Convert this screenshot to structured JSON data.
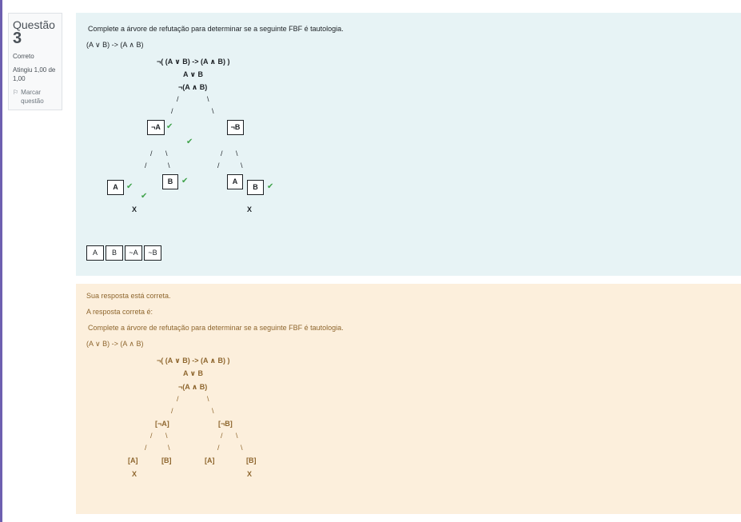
{
  "info": {
    "question_word": "Questão",
    "question_number": "3",
    "state": "Correto",
    "grade": "Atingiu 1,00 de 1,00",
    "flag_label": "Marcar questão"
  },
  "question": {
    "instruction": "Complete a árvore de refutação para determinar se a seguinte FBF é tautologia.",
    "formula": "(A ∨ B) -> (A ∧ B)",
    "tree": {
      "root": "¬( (A ∨ B) -> (A ∧ B) )",
      "line2": "A ∨ B",
      "line3": "¬(A ∧ B)",
      "slash": "/",
      "backslash": "\\",
      "boxes": [
        "¬A",
        "¬B",
        "A",
        "B",
        "A",
        "B"
      ],
      "close_marks": [
        "X",
        "X"
      ],
      "check": "✔"
    },
    "drag_items": [
      "A",
      "B",
      "~A",
      "~B"
    ]
  },
  "feedback": {
    "status": "Sua resposta está correta.",
    "correct_label": "A resposta correta é:",
    "instruction": "Complete a árvore de refutação para determinar se a seguinte FBF é tautologia.",
    "formula": "(A ∨ B) -> (A ∧ B)",
    "tree": {
      "root": "¬( (A ∨ B) -> (A ∧ B) )",
      "line2": "A ∨ B",
      "line3": "¬(A ∧ B)",
      "slash": "/",
      "backslash": "\\",
      "not_a": "[¬A]",
      "not_b": "[¬B]",
      "leaves": [
        "[A]",
        "[B]",
        "[A]",
        "[B]"
      ],
      "close_marks": [
        "X",
        "X"
      ]
    }
  }
}
